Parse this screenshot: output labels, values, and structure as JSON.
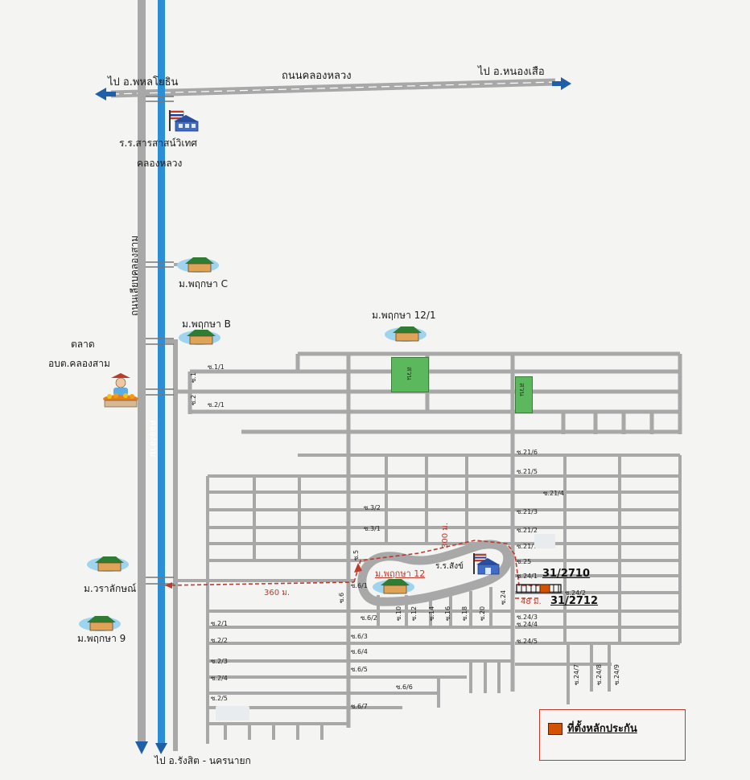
{
  "roads": {
    "top_road": "ถนนคลองหลวง",
    "left_road": "ถนนเลียบคลองสาม",
    "canal": "คลองสาม",
    "to_west": "ไป อ.พหลโยธิน",
    "to_east": "ไป อ.หนองเสือ",
    "to_south": "ไป อ.รังสิต - นครนายก"
  },
  "landmarks": {
    "school_name": "ร.ร.สารสาสน์วิเทศ",
    "school_name2": "คลองหลวง",
    "village_c": "ม.พฤกษา C",
    "village_b": "ม.พฤกษา B",
    "village_12_1": "ม.พฤกษา 12/1",
    "village_12": "ม.พฤกษา 12",
    "village_9": "ม.พฤกษา 9",
    "village_warasak": "ม.วราลักษณ์",
    "market1": "ตลาด",
    "market2": "อบต.คลองสาม",
    "school_local": "ร.ร.สังข์",
    "park1": "สวน",
    "park2": "สวน"
  },
  "distances": {
    "d360": "360 ม.",
    "d300": "300 ม.",
    "d48": "48 ม."
  },
  "parcels": {
    "p1": "31/2710",
    "p2": "31/2712"
  },
  "soi": {
    "s1_1": "ซ.1/1",
    "s1": "ซ.1",
    "s2": "ซ.2",
    "s2_1a": "ซ.2/1",
    "s21_6": "ซ.21/6",
    "s21_5": "ซ.21/5",
    "s21_4": "ซ.21/4",
    "s21_3": "ซ.21/3",
    "s21_2": "ซ.21/2",
    "s21_1": "ซ.21/1",
    "s25": "ซ.25",
    "s24_1": "ซ.24/1",
    "s24_2": "ซ.24/2",
    "s24_3": "ซ.24/3",
    "s24_4": "ซ.24/4",
    "s24_5": "ซ.24/5",
    "s24_7": "ซ.24/7",
    "s24_8": "ซ.24/8",
    "s24_9": "ซ.24/9",
    "s3_2": "ซ.3/2",
    "s3_1": "ซ.3/1",
    "s5": "ซ.5",
    "s6": "ซ.6",
    "s6_1": "ซ.6/1",
    "s6_2": "ซ.6/2",
    "s6_3": "ซ.6/3",
    "s6_4": "ซ.6/4",
    "s6_5": "ซ.6/5",
    "s6_6": "ซ.6/6",
    "s6_7": "ซ.6/7",
    "s2_1": "ซ.2/1",
    "s2_2": "ซ.2/2",
    "s2_3": "ซ.2/3",
    "s2_4": "ซ.2/4",
    "s2_5": "ซ.2/5",
    "s10": "ซ.10",
    "s12": "ซ.12",
    "s14": "ซ.14",
    "s16": "ซ.16",
    "s18": "ซ.18",
    "s20": "ซ.20",
    "s24": "ซ.24"
  },
  "legend": {
    "label": "ที่ตั้งหลักประกัน"
  },
  "colors": {
    "road": "#a8a8a8",
    "canal": "#2a8fd6",
    "park": "#5cb85c",
    "route": "#c0392b",
    "arrow": "#1f5fa8"
  }
}
